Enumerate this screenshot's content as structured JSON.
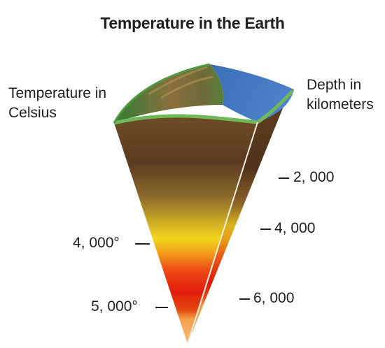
{
  "title": "Temperature in the Earth",
  "temperature_axis": {
    "label_line1": "Temperature in",
    "label_line2": "Celsius",
    "ticks": [
      "4, 000°",
      "5, 000°"
    ]
  },
  "depth_axis": {
    "label_line1": "Depth in",
    "label_line2": "kilometers",
    "ticks": [
      "2, 000",
      "4, 000",
      "6, 000"
    ]
  },
  "colors": {
    "crust_surface_green": "#5e8f3a",
    "ocean_blue": "#3e74c0",
    "mantle_brown": "#6b4424",
    "hot_yellow": "#f2d21a",
    "core_red": "#e8220c",
    "inner_orange": "#f2a24a"
  }
}
